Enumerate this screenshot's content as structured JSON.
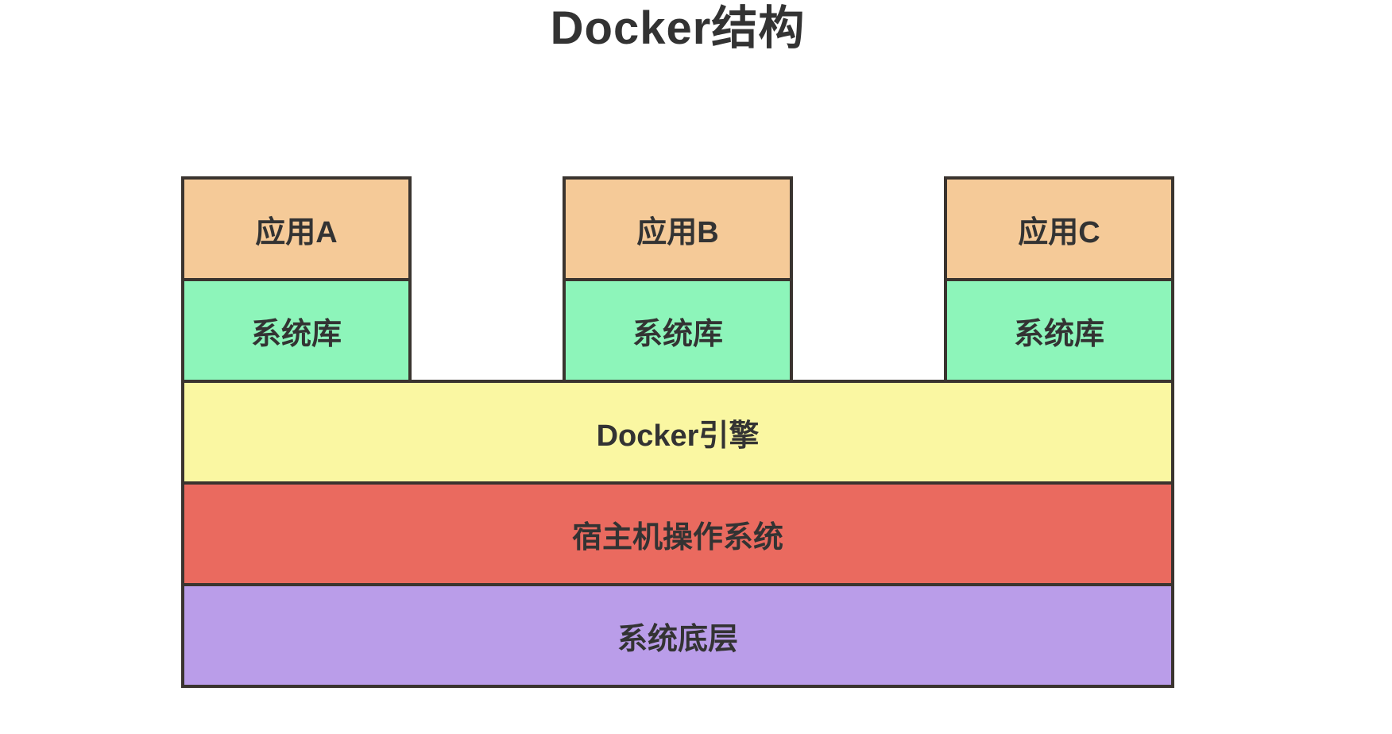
{
  "title": "Docker结构",
  "colors": {
    "background": "#FFFFFF",
    "app_box": "#F5CA98",
    "syslib_box": "#8DF5BA",
    "engine_box": "#FAF7A2",
    "host_os_box": "#EA6A5F",
    "base_box": "#BA9DE9",
    "border": "#3A342F",
    "text": "#333333"
  },
  "containers": [
    {
      "app": "应用A",
      "syslib": "系统库"
    },
    {
      "app": "应用B",
      "syslib": "系统库"
    },
    {
      "app": "应用C",
      "syslib": "系统库"
    }
  ],
  "layers": {
    "engine": "Docker引擎",
    "host_os": "宿主机操作系统",
    "base": "系统底层"
  }
}
